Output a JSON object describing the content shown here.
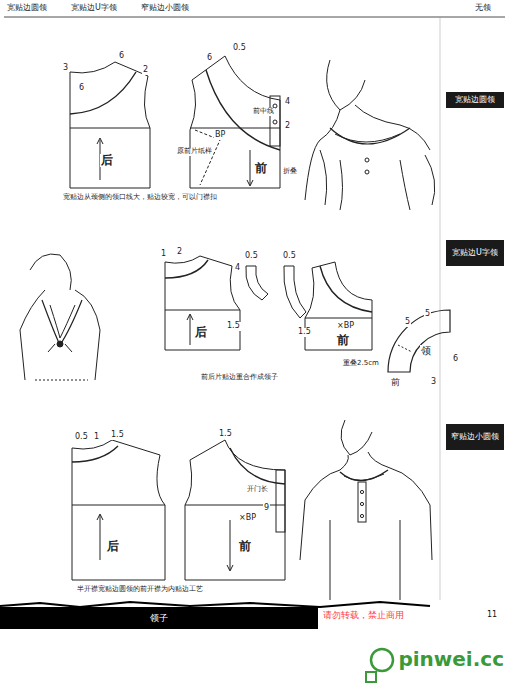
{
  "diagram": {
    "caption": "前后片贴边重合作成领子",
    "nodes": [
      {
        "text": [
          "宽贴边圆领"
        ]
      },
      {
        "text": [
          "宽贴边U字领"
        ]
      },
      {
        "text": [
          "窄贴边小圆领"
        ]
      },
      {
        "text": [
          "领子"
        ]
      }
    ],
    "labels": [
      "宽贴边圆领",
      "宽贴边U字领",
      "窄贴边小圆领",
      "无领",
      "3",
      "6",
      "2",
      "6",
      "后",
      "6",
      "0.5",
      "4",
      "2",
      "BP",
      "前中线",
      "前",
      "折叠",
      "原前片纸样",
      "宽贴边从颈侧的领口线大，贴边较宽，可以门襟扣",
      "1",
      "2",
      "4",
      "1.5",
      "后",
      "0.5",
      "0.5",
      "1.5",
      "×BP",
      "前",
      "5",
      "5",
      "领",
      "6",
      "前",
      "3",
      "重叠2.5cm",
      "0.5",
      "1",
      "1.5",
      "后",
      "1.5",
      "开门长",
      "9",
      "×BP",
      "前",
      "半开襟宽贴边圆领的前开襟为内贴边工艺",
      "请勿转载，禁止商用",
      "11",
      "pinwei.cc"
    ]
  }
}
